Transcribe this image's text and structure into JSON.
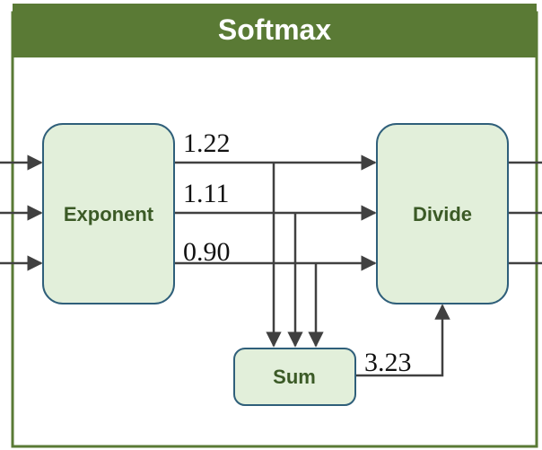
{
  "title": "Softmax",
  "nodes": {
    "exponent": "Exponent",
    "divide": "Divide",
    "sum": "Sum"
  },
  "values": {
    "v1": "1.22",
    "v2": "1.11",
    "v3": "0.90",
    "sum": "3.23"
  },
  "colors": {
    "frame": "#5a7a35",
    "box_fill": "#e2efda",
    "box_stroke": "#2f5f7a",
    "box_text": "#3b5a26",
    "line": "#404040",
    "text": "#111111",
    "title_text": "#ffffff"
  }
}
